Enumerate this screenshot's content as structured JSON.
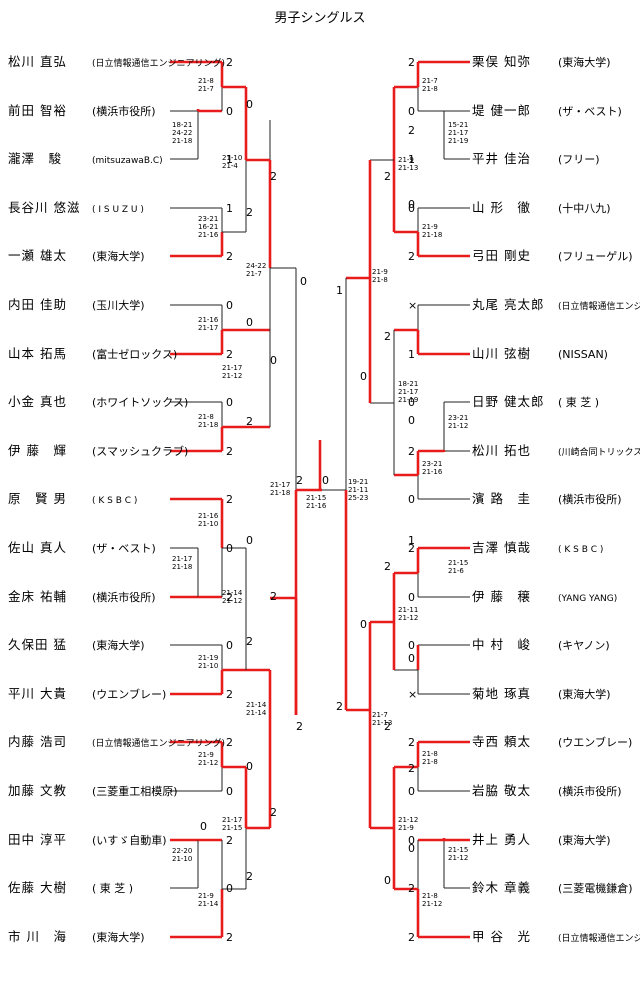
{
  "title": "男子シングルス",
  "left_players": [
    {
      "name": "松川 直弘",
      "team": "(日立情報通信エンジニアリング)"
    },
    {
      "name": "前田 智裕",
      "team": "(横浜市役所)"
    },
    {
      "name": "瀧澤　駿",
      "team": "(mitsuzawaB.C)"
    },
    {
      "name": "長谷川 悠滋",
      "team": "( I S U Z U )"
    },
    {
      "name": "一瀬 雄太",
      "team": "(東海大学)"
    },
    {
      "name": "内田 佳助",
      "team": "(玉川大学)"
    },
    {
      "name": "山本 拓馬",
      "team": "(富士ゼロックス)"
    },
    {
      "name": "小金 真也",
      "team": "(ホワイトソックス)"
    },
    {
      "name": "伊 藤　輝",
      "team": "(スマッシュクラブ)"
    },
    {
      "name": "原　賢 男",
      "team": "( K S B C )"
    },
    {
      "name": "佐山 真人",
      "team": "(ザ・ベスト)"
    },
    {
      "name": "金床 祐輔",
      "team": "(横浜市役所)"
    },
    {
      "name": "久保田 猛",
      "team": "(東海大学)"
    },
    {
      "name": "平川 大貴",
      "team": "(ウエンブレー)"
    },
    {
      "name": "内藤 浩司",
      "team": "(日立情報通信エンジニアリング)"
    },
    {
      "name": "加藤 文教",
      "team": "(三菱重工相模原)"
    },
    {
      "name": "田中 淳平",
      "team": "(いすゞ自動車)"
    },
    {
      "name": "佐藤 大樹",
      "team": "( 東 芝 )"
    },
    {
      "name": "市 川　海",
      "team": "(東海大学)"
    }
  ],
  "right_players": [
    {
      "name": "栗俣 知弥",
      "team": "(東海大学)"
    },
    {
      "name": "堤 健一郎",
      "team": "(ザ・ベスト)"
    },
    {
      "name": "平井 佳治",
      "team": "(フリー)"
    },
    {
      "name": "山 形　徹",
      "team": "(十中八九)"
    },
    {
      "name": "弓田 剛史",
      "team": "(フリューゲル)"
    },
    {
      "name": "丸尾 亮太郎",
      "team": "(日立情報通信エンジニアリング)"
    },
    {
      "name": "山川 弦樹",
      "team": "(NISSAN)"
    },
    {
      "name": "日野 健太郎",
      "team": "( 東 芝 )"
    },
    {
      "name": "松川 拓也",
      "team": "(川崎合同トリックスターズ)"
    },
    {
      "name": "濱 路　圭",
      "team": "(横浜市役所)"
    },
    {
      "name": "吉澤 慎哉",
      "team": "( K S B C )"
    },
    {
      "name": "伊 藤　穣",
      "team": "(YANG YANG)"
    },
    {
      "name": "中 村　峻",
      "team": "(キヤノン)"
    },
    {
      "name": "菊地 琢真",
      "team": "(東海大学)"
    },
    {
      "name": "寺西 頼太",
      "team": "(ウエンブレー)"
    },
    {
      "name": "岩脇 敬太",
      "team": "(横浜市役所)"
    },
    {
      "name": "井上 勇人",
      "team": "(東海大学)"
    },
    {
      "name": "鈴木 章義",
      "team": "(三菱電機鎌倉)"
    },
    {
      "name": "甲 谷　光",
      "team": "(日立情報通信エンジニアリング)"
    }
  ],
  "left_scores": [
    "2",
    "0",
    "1",
    "1",
    "2",
    "0",
    "2",
    "0",
    "2",
    "2",
    "0",
    "2",
    "0",
    "2",
    "2",
    "0",
    "2",
    "0",
    "2"
  ],
  "right_scores": [
    "2",
    "0",
    "1",
    "0",
    "2",
    "×",
    "1",
    "0",
    "2",
    "0",
    "2",
    "0",
    "0",
    "×",
    "2",
    "0",
    "0",
    "2",
    "2"
  ],
  "left_games": {
    "l1": [
      "18-21",
      "24-22",
      "21-18"
    ],
    "l2": [
      "21-8",
      "21-7"
    ],
    "l3": [
      "23-21",
      "16-21",
      "21-16"
    ],
    "l4": [
      "21-16",
      "21-17"
    ],
    "l5": [
      "21-8",
      "21-18"
    ],
    "l6": [
      "21-16",
      "21-10"
    ],
    "l7": [
      "21-17",
      "21-18"
    ],
    "l8": [
      "21-19",
      "21-10"
    ],
    "l9": [
      "21-9",
      "21-12"
    ],
    "l10": [
      "22-20",
      "21-10"
    ],
    "l11": [
      "21-9",
      "21-14"
    ],
    "l12": [
      "21-10",
      "21-4"
    ],
    "l13": [
      "21-17",
      "21-12"
    ],
    "l14": [
      "21-14",
      "21-12"
    ],
    "l15": [
      "21-17",
      "21-15"
    ],
    "l16": [
      "24-22",
      "21-7"
    ],
    "l17": [
      "21-14",
      "21-14"
    ],
    "l18": [
      "21-17",
      "21-18"
    ]
  },
  "right_games": {
    "r1": [
      "21-7",
      "21-8"
    ],
    "r2": [
      "15-21",
      "21-17",
      "21-19"
    ],
    "r3": [
      "21-9",
      "21-18"
    ],
    "r4": [
      "23-21",
      "21-12"
    ],
    "r5": [
      "18-21",
      "21-17",
      "21-19"
    ],
    "r6": [
      "23-21",
      "21-16"
    ],
    "r7": [
      "21-15",
      "21-6"
    ],
    "r8": [
      "21-8",
      "21-8"
    ],
    "r9": [
      "21-15",
      "21-12"
    ],
    "r10": [
      "21-8",
      "21-12"
    ],
    "r11": [
      "21-9",
      "21-13"
    ],
    "r12": [
      "21-11",
      "21-12"
    ],
    "r13": [
      "21-12",
      "21-9"
    ],
    "r14": [
      "21-9",
      "21-8"
    ],
    "r15": [
      "21-7",
      "21-13"
    ]
  },
  "inner_scores": {
    "l_r1": [
      "0",
      "2",
      "0",
      "2",
      "0",
      "2",
      "0",
      "2",
      "0",
      "2"
    ],
    "r_r1": [
      "2",
      "0",
      "2",
      "0",
      "1",
      "0",
      "2",
      "0",
      "2",
      "0"
    ],
    "l_qf": [
      "2",
      "0",
      "0",
      "2",
      "2",
      "0"
    ],
    "r_qf": [
      "2",
      "0",
      "0",
      "2",
      "2",
      "0"
    ],
    "l_sf": [
      "0",
      "2"
    ],
    "r_sf": [
      "1",
      "2"
    ],
    "final_left": "2",
    "final_right": "0"
  },
  "final_games": [
    "21-15",
    "21-16"
  ],
  "rsemi_games": [
    "19-21",
    "21-11",
    "25-23"
  ]
}
